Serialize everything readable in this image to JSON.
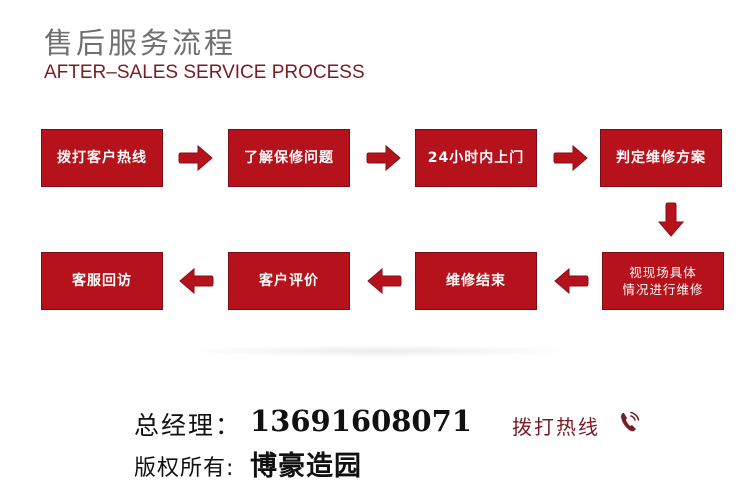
{
  "header": {
    "title_cn": "售后服务流程",
    "title_en": "AFTER–SALES SERVICE PROCESS"
  },
  "colors": {
    "box": "#b5121b",
    "arrow": "#b5121b",
    "accent_text": "#7a1c26",
    "title_gray": "#6f6f6f"
  },
  "steps": [
    {
      "label": "拨打客户热线"
    },
    {
      "label": "了解保修问题"
    },
    {
      "label": "24小时内上门"
    },
    {
      "label": "判定维修方案"
    },
    {
      "label_line1": "视现场具体",
      "label_line2": "情况进行维修"
    },
    {
      "label": "维修结束"
    },
    {
      "label": "客户评价"
    },
    {
      "label": "客服回访"
    }
  ],
  "arrows": [
    {
      "icon": "arrow-right-icon"
    },
    {
      "icon": "arrow-right-icon"
    },
    {
      "icon": "arrow-right-icon"
    },
    {
      "icon": "arrow-down-icon"
    },
    {
      "icon": "arrow-left-icon"
    },
    {
      "icon": "arrow-left-icon"
    },
    {
      "icon": "arrow-left-icon"
    }
  ],
  "footer": {
    "manager_label": "总经理：",
    "manager_phone": "13691608071",
    "copyright_label": "版权所有:",
    "copyright_name": "博豪造园",
    "hotline_label": "拨打热线",
    "hotline_icon": "phone-icon"
  }
}
